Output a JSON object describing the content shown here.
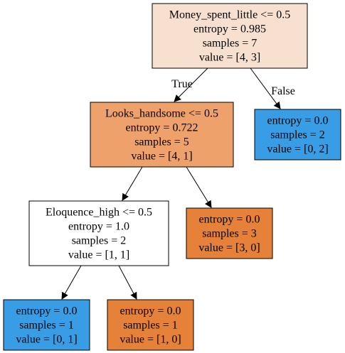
{
  "colors": {
    "root_fill": "#f8e0d0",
    "orange_mid_fill": "#eea16a",
    "white_fill": "#ffffff",
    "orange_fill": "#e58139",
    "blue_fill": "#399de5",
    "border": "#000000"
  },
  "nodes": [
    {
      "id": "root",
      "fill": "#f8e0d0",
      "lines": [
        "Money_spent_little <= 0.5",
        "entropy = 0.985",
        "samples = 7",
        "value = [4, 3]"
      ]
    },
    {
      "id": "left",
      "fill": "#eea16a",
      "lines": [
        "Looks_handsome <= 0.5",
        "entropy = 0.722",
        "samples = 5",
        "value = [4, 1]"
      ]
    },
    {
      "id": "right",
      "fill": "#399de5",
      "lines": [
        "entropy = 0.0",
        "samples = 2",
        "value = [0, 2]"
      ]
    },
    {
      "id": "left-left",
      "fill": "#ffffff",
      "lines": [
        "Eloquence_high <= 0.5",
        "entropy = 1.0",
        "samples = 2",
        "value = [1, 1]"
      ]
    },
    {
      "id": "left-right",
      "fill": "#e58139",
      "lines": [
        "entropy = 0.0",
        "samples = 3",
        "value = [3, 0]"
      ]
    },
    {
      "id": "left-left-left",
      "fill": "#399de5",
      "lines": [
        "entropy = 0.0",
        "samples = 1",
        "value = [0, 1]"
      ]
    },
    {
      "id": "left-left-right",
      "fill": "#e58139",
      "lines": [
        "entropy = 0.0",
        "samples = 1",
        "value = [1, 0]"
      ]
    }
  ],
  "edges": [
    {
      "from": "root",
      "to": "left",
      "label": "True"
    },
    {
      "from": "root",
      "to": "right",
      "label": "False"
    },
    {
      "from": "left",
      "to": "left-left",
      "label": ""
    },
    {
      "from": "left",
      "to": "left-right",
      "label": ""
    },
    {
      "from": "left-left",
      "to": "left-left-left",
      "label": ""
    },
    {
      "from": "left-left",
      "to": "left-left-right",
      "label": ""
    }
  ]
}
